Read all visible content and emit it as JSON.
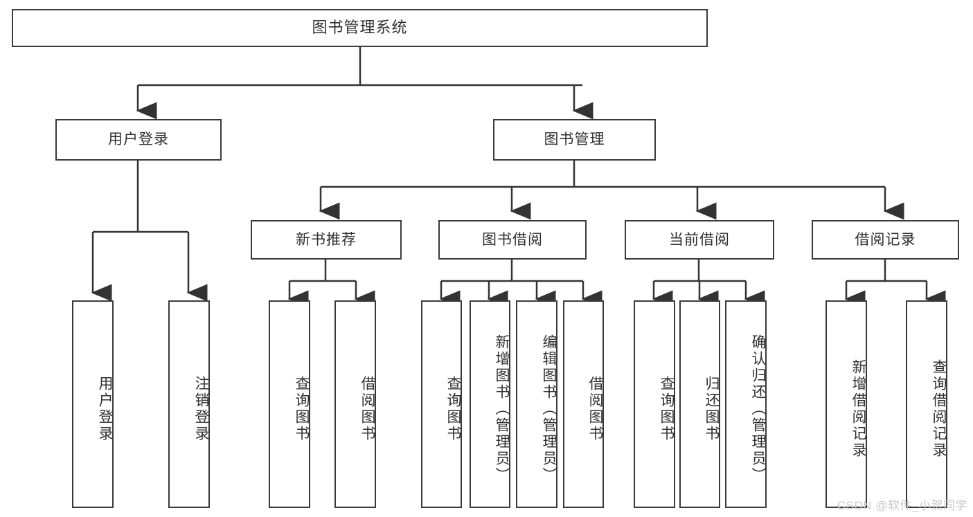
{
  "diagram": {
    "title": "图书管理系统",
    "type": "hierarchy-tree",
    "watermark": "CSDN @软件_小贺同学",
    "colors": {
      "background": "#ffffff",
      "box_border": "#3a3a3a",
      "box_fill": "#ffffff",
      "text": "#2f2f2f",
      "connector": "#333333",
      "watermark": "#c9c9c9"
    },
    "root": {
      "label": "图书管理系统"
    },
    "level2": [
      {
        "label": "用户登录"
      },
      {
        "label": "图书管理"
      }
    ],
    "level3": [
      {
        "label": "新书推荐"
      },
      {
        "label": "图书借阅"
      },
      {
        "label": "当前借阅"
      },
      {
        "label": "借阅记录"
      }
    ],
    "leaves": {
      "user_login": [
        {
          "label": "用户登录"
        },
        {
          "label": "注销登录"
        }
      ],
      "new_book_recommend": [
        {
          "label": "查询图书"
        },
        {
          "label": "借阅图书"
        }
      ],
      "book_borrow": [
        {
          "label": "查询图书"
        },
        {
          "label": "新增图书（管理员）"
        },
        {
          "label": "编辑图书（管理员）"
        },
        {
          "label": "借阅图书"
        }
      ],
      "current_borrow": [
        {
          "label": "查询图书"
        },
        {
          "label": "归还图书"
        },
        {
          "label": "确认归还（管理员）"
        }
      ],
      "borrow_record": [
        {
          "label": "新增借阅记录"
        },
        {
          "label": "查询借阅记录"
        }
      ]
    }
  }
}
